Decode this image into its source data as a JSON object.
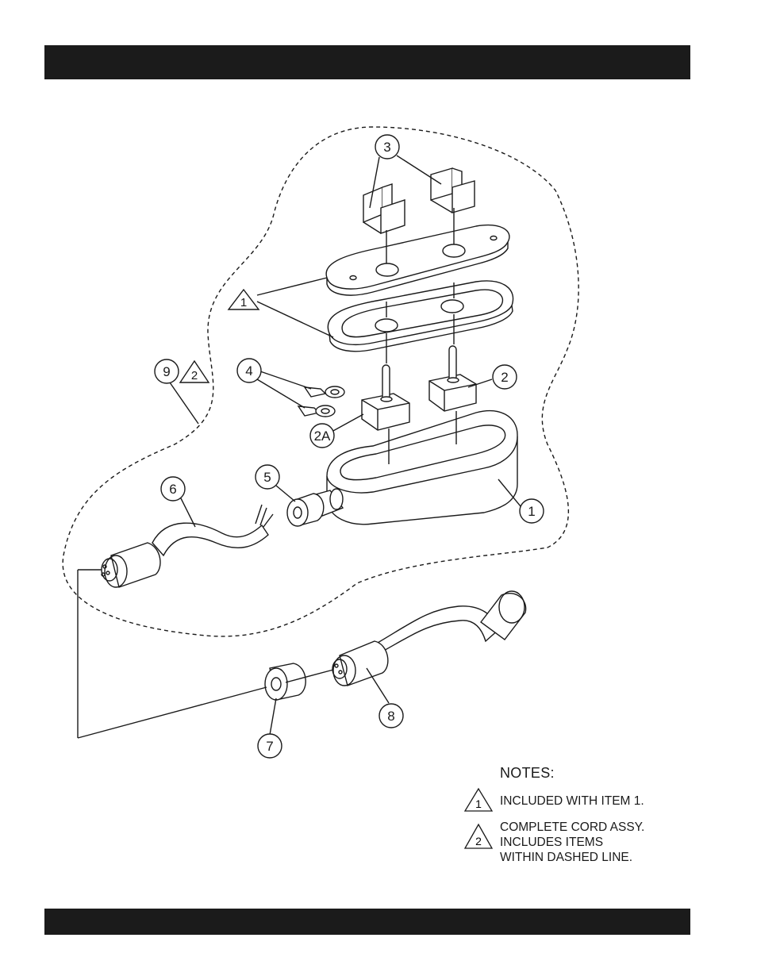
{
  "callouts": {
    "c1": "1",
    "c2": "2",
    "c2a": "2A",
    "c3": "3",
    "c4": "4",
    "c5": "5",
    "c6": "6",
    "c7": "7",
    "c8": "8",
    "c9": "9"
  },
  "triangle_callouts": {
    "t1": "1",
    "t2": "2"
  },
  "notes": {
    "heading": "NOTES:",
    "items": [
      {
        "marker": "1",
        "text": "INCLUDED WITH ITEM 1."
      },
      {
        "marker": "2",
        "text": "COMPLETE CORD ASSY.\nINCLUDES ITEMS\nWITHIN DASHED LINE."
      }
    ]
  }
}
